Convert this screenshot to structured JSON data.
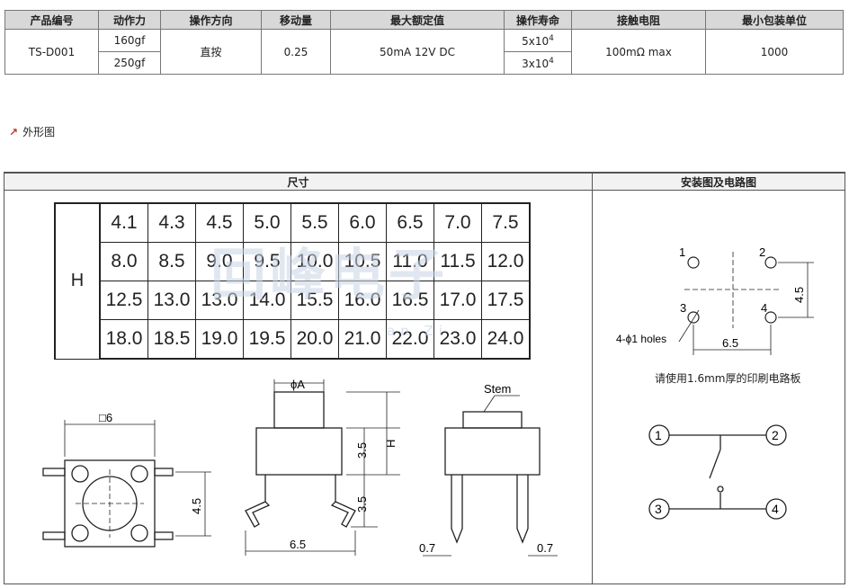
{
  "spec_table": {
    "headers": [
      "产品编号",
      "动作力",
      "操作方向",
      "移动量",
      "最大额定值",
      "操作寿命",
      "接触电阻",
      "最小包装单位"
    ],
    "part_no": "TS-D001",
    "force_1": "160gf",
    "force_2": "250gf",
    "direction": "直按",
    "travel": "0.25",
    "rating": "50mA 12V DC",
    "life_1_base": "5x10",
    "life_1_exp": "4",
    "life_2_base": "3x10",
    "life_2_exp": "4",
    "resistance": "100mΩ max",
    "min_pack": "1000"
  },
  "outline_label": "外形图",
  "dimension_panel": {
    "title": "尺寸",
    "h_label": "H",
    "h_values": [
      [
        "4.1",
        "4.3",
        "4.5",
        "5.0",
        "5.5",
        "6.0",
        "6.5",
        "7.0",
        "7.5"
      ],
      [
        "8.0",
        "8.5",
        "9.0",
        "9.5",
        "10.0",
        "10.5",
        "11.0",
        "11.5",
        "12.0"
      ],
      [
        "12.5",
        "13.0",
        "13.0",
        "14.0",
        "15.5",
        "16.0",
        "16.5",
        "17.0",
        "17.5"
      ],
      [
        "18.0",
        "18.5",
        "19.0",
        "19.5",
        "20.0",
        "21.0",
        "22.0",
        "23.0",
        "24.0"
      ]
    ]
  },
  "watermark": {
    "main": "回峰电子",
    "sub": "an Zi"
  },
  "drawing_labels": {
    "top_square": "□6",
    "top_height": "4.5",
    "front_phi": "ϕA",
    "front_h1": "3.5",
    "front_h": "H",
    "front_h2": "3.5",
    "front_width": "6.5",
    "side_stem": "Stem",
    "side_pin_left": "0.7",
    "side_pin_right": "0.7"
  },
  "install_panel": {
    "title": "安装图及电路图",
    "pin_1": "1",
    "pin_2": "2",
    "pin_3": "3",
    "pin_4": "4",
    "holes": "4-ϕ1 holes",
    "v_dim": "4.5",
    "h_dim": "6.5",
    "note": "请使用1.6mm厚的印刷电路板",
    "circuit_1": "1",
    "circuit_2": "2",
    "circuit_3": "3",
    "circuit_4": "4"
  }
}
